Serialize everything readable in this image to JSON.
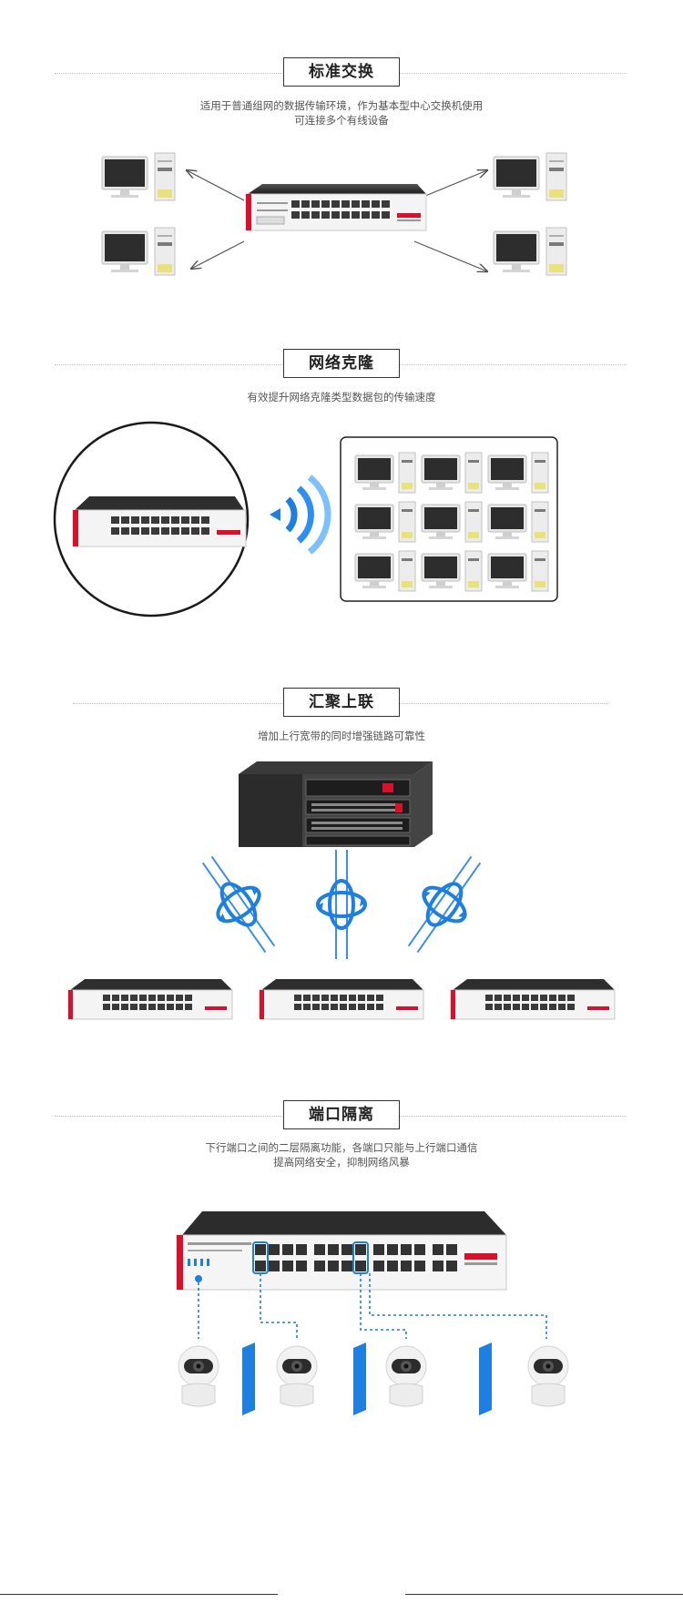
{
  "sections": [
    {
      "title": "标准交换",
      "desc_line1": "适用于普通组网的数据传输环境，作为基本型中心交换机使用",
      "desc_line2": "可连接多个有线设备"
    },
    {
      "title": "网络克隆",
      "desc_line1": "有效提升网络克隆类型数据包的传输速度"
    },
    {
      "title": "汇聚上联",
      "desc_line1": "增加上行宽带的同时增强链路可靠性"
    },
    {
      "title": "端口隔离",
      "desc_line1": "下行端口之间的二层隔离功能，各端口只能与上行端口通信",
      "desc_line2": "提高网络安全，抑制网络风暴"
    }
  ],
  "colors": {
    "accent_blue": "#1e7fe0",
    "brand_red": "#d8102b",
    "switch_dark": "#2a2a2a",
    "dotted_line": "#bdbdbd"
  }
}
